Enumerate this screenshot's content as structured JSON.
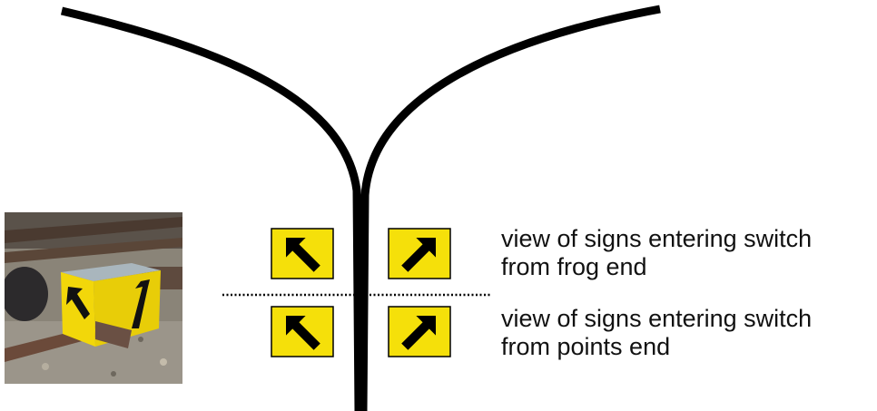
{
  "captions": {
    "frog_end": [
      "view of signs entering switch",
      "from frog end"
    ],
    "points_end": [
      "view of signs entering switch",
      "from points end"
    ]
  },
  "colors": {
    "track": "#000000",
    "sign_fill": "#f5e00a",
    "sign_border": "#000000",
    "arrow": "#000000",
    "divider": "#000000"
  },
  "signs": {
    "frog_end": [
      "arrow-up-left-icon",
      "arrow-up-right-icon"
    ],
    "points_end": [
      "arrow-up-left-icon",
      "arrow-up-right-icon"
    ]
  },
  "photo": {
    "subject": "switch-point-indicator-photo"
  }
}
